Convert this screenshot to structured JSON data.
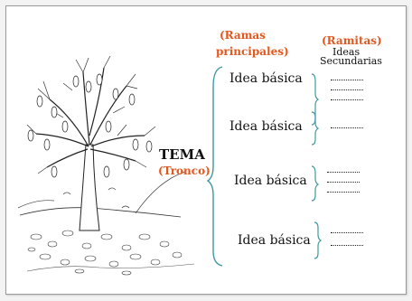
{
  "labels": {
    "branches_header_line1": "(Ramas",
    "branches_header_line2": "principales)",
    "twigs_header": "(Ramitas)",
    "secondary_line1": "Ideas",
    "secondary_line2": "Secundarias",
    "topic": "TEMA",
    "trunk": "(Tronco)"
  },
  "ideas": [
    {
      "label": "Idea básica",
      "dotted_lines": 3
    },
    {
      "label": "Idea básica",
      "dotted_lines": 1
    },
    {
      "label": "Idea básica",
      "dotted_lines": 3
    },
    {
      "label": "Idea básica",
      "dotted_lines": 2
    }
  ],
  "colors": {
    "header": "#e2571e",
    "brace": "#3e9aa0",
    "trunk": "#e2571e"
  }
}
